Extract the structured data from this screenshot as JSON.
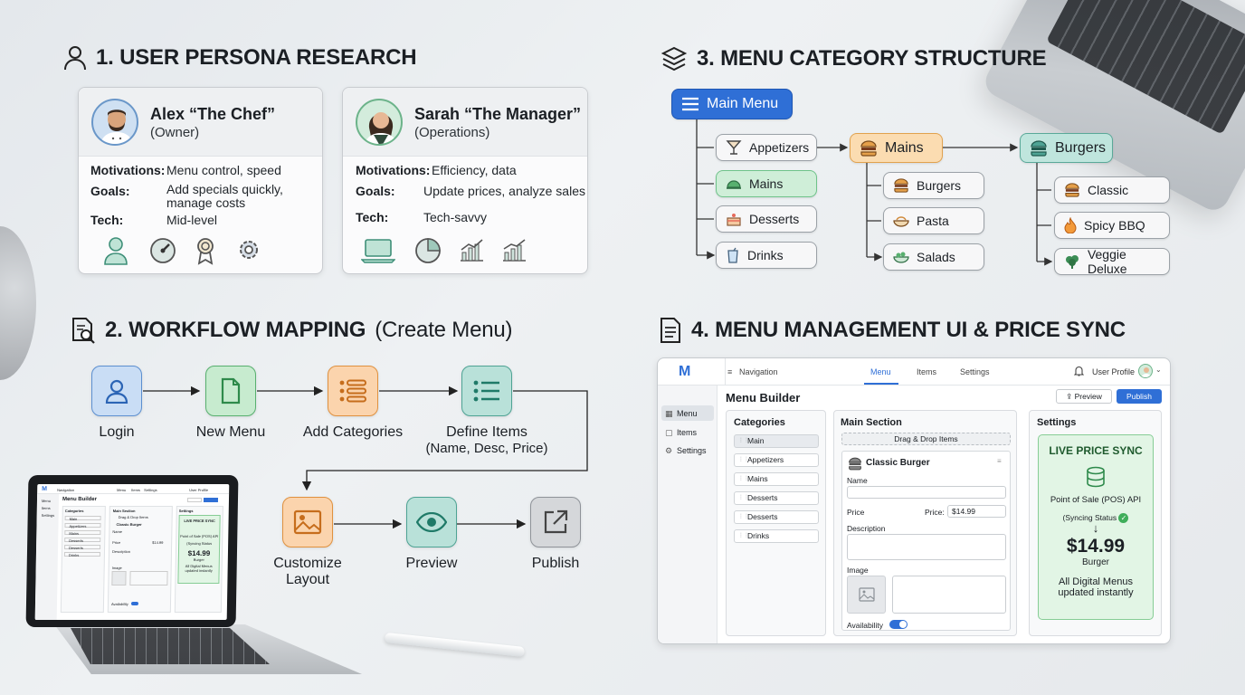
{
  "sections": {
    "persona": "1. USER PERSONA RESEARCH",
    "workflow_main": "2. WORKFLOW MAPPING",
    "workflow_sub": "(Create Menu)",
    "category": "3. MENU CATEGORY STRUCTURE",
    "management": "4. MENU MANAGEMENT UI & PRICE SYNC"
  },
  "personas": [
    {
      "name": "Alex “The Chef”",
      "role": "(Owner)",
      "motivations_label": "Motivations:",
      "motivations": "Menu control, speed",
      "goals_label": "Goals:",
      "goals_line1": "Add specials quickly,",
      "goals_line2": "manage costs",
      "tech_label": "Tech:",
      "tech": "Mid-level"
    },
    {
      "name": "Sarah “The Manager”",
      "role": "(Operations)",
      "motivations_label": "Motivations:",
      "motivations": "Efficiency, data",
      "goals_label": "Goals:",
      "goals_line1": "Update prices, analyze sales",
      "tech_label": "Tech:",
      "tech": "Tech-savvy"
    }
  ],
  "workflow": {
    "steps": [
      "Login",
      "New Menu",
      "Add Categories",
      "Define Items",
      "Customize",
      "Preview",
      "Publish"
    ],
    "define_sub": "(Name, Desc, Price)",
    "customize_sub": "Layout"
  },
  "tree": {
    "root": "Main Menu",
    "level1": [
      "Appetizers",
      "Mains",
      "Desserts",
      "Drinks"
    ],
    "mains": "Mains",
    "mains_children": [
      "Burgers",
      "Pasta",
      "Salads"
    ],
    "burgers": "Burgers",
    "burgers_children": [
      "Classic",
      "Spicy BBQ",
      "Veggie Deluxe"
    ]
  },
  "ui": {
    "nav_label": "Navigation",
    "tabs": [
      "Menu",
      "Items",
      "Settings"
    ],
    "user_profile": "User Profile",
    "title": "Menu Builder",
    "preview_btn": "Preview",
    "publish_btn": "Publish",
    "sidebar": [
      "Menu",
      "Items",
      "Settings"
    ],
    "categories_title": "Categories",
    "categories": [
      "Main",
      "Appetizers",
      "Mains",
      "Desserts",
      "Desserts",
      "Drinks"
    ],
    "main_section_title": "Main Section",
    "drag_drop": "Drag & Drop Items",
    "item_title": "Classic Burger",
    "name_label": "Name",
    "price_label": "Price",
    "price_inline_label": "Price:",
    "price_value": "$14.99",
    "description_label": "Description",
    "image_label": "Image",
    "availability_label": "Availability",
    "settings_title": "Settings",
    "sync_title": "LIVE PRICE SYNC",
    "pos_api": "Point of Sale (POS) API",
    "syncing_status": "(Syncing Status",
    "sync_price": "$14.99",
    "sync_item": "Burger",
    "sync_note_1": "All Digital Menus",
    "sync_note_2": "updated instantly"
  },
  "mini_ui": {
    "nav": "Navigation",
    "tabs": [
      "Menu",
      "Items",
      "Settings"
    ],
    "user": "User Profile",
    "title": "Menu Builder",
    "sidebar": [
      "Menu",
      "Items",
      "Settings"
    ],
    "categories_title": "Categories",
    "categories": [
      "Main",
      "Appetizers",
      "Mains",
      "Desserts",
      "Desserts",
      "Drinks"
    ],
    "main_section": "Main Section",
    "drag": "Drag & Drop Items",
    "item": "Classic Burger",
    "name": "Name",
    "price": "Price",
    "price_value": "$14.99",
    "description": "Description",
    "image": "Image",
    "availability": "Availability",
    "settings": "Settings",
    "sync_title": "LIVE PRICE SYNC",
    "pos": "Point of Sale (POS) API",
    "status": "(Syncing Status",
    "sync_price": "$14.99",
    "sync_item": "Burger",
    "note1": "All Digital Menus",
    "note2": "updated instantly"
  },
  "colors": {
    "blue": "#2f6fd6",
    "orange": "#fbdcb1",
    "teal": "#bfe5dd",
    "green": "#cfeed8",
    "sync_green": "#e2f5e5"
  }
}
